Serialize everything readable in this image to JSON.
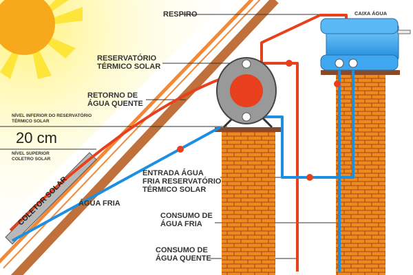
{
  "labels": {
    "respiro": "RESPIRO",
    "caixa_agua": "CAIXA ÁGUA",
    "reservatorio": "RESERVATÓRIO\nTÉRMICO SOLAR",
    "retorno": "RETORNO DE\nÁGUA QUENTE",
    "nivel_inferior": "NÍVEL INFERIOR DO RESERVATÓRIO\nTÉRMICO SOLAR",
    "distancia": "20 cm",
    "nivel_superior": "NÍVEL SUPERIOR\nCOLETRO SOLAR",
    "coletor": "COLETOR SOLAR",
    "agua_fria": "ÁGUA FRIA",
    "entrada": "ENTRADA ÁGUA\nFRIA RESERVATÓRIO\nTÉRMICO SOLAR",
    "consumo_fria": "CONSUMO DE\nÁGUA FRIA",
    "consumo_quente": "CONSUMO DE\nÁGUA QUENTE"
  },
  "colors": {
    "hot": "#e8401c",
    "cold": "#1e8fe0",
    "brick": "#f08a1e",
    "roof": "#c0703a",
    "sun": "#f7a81b",
    "tank": "#9a9a9a"
  }
}
